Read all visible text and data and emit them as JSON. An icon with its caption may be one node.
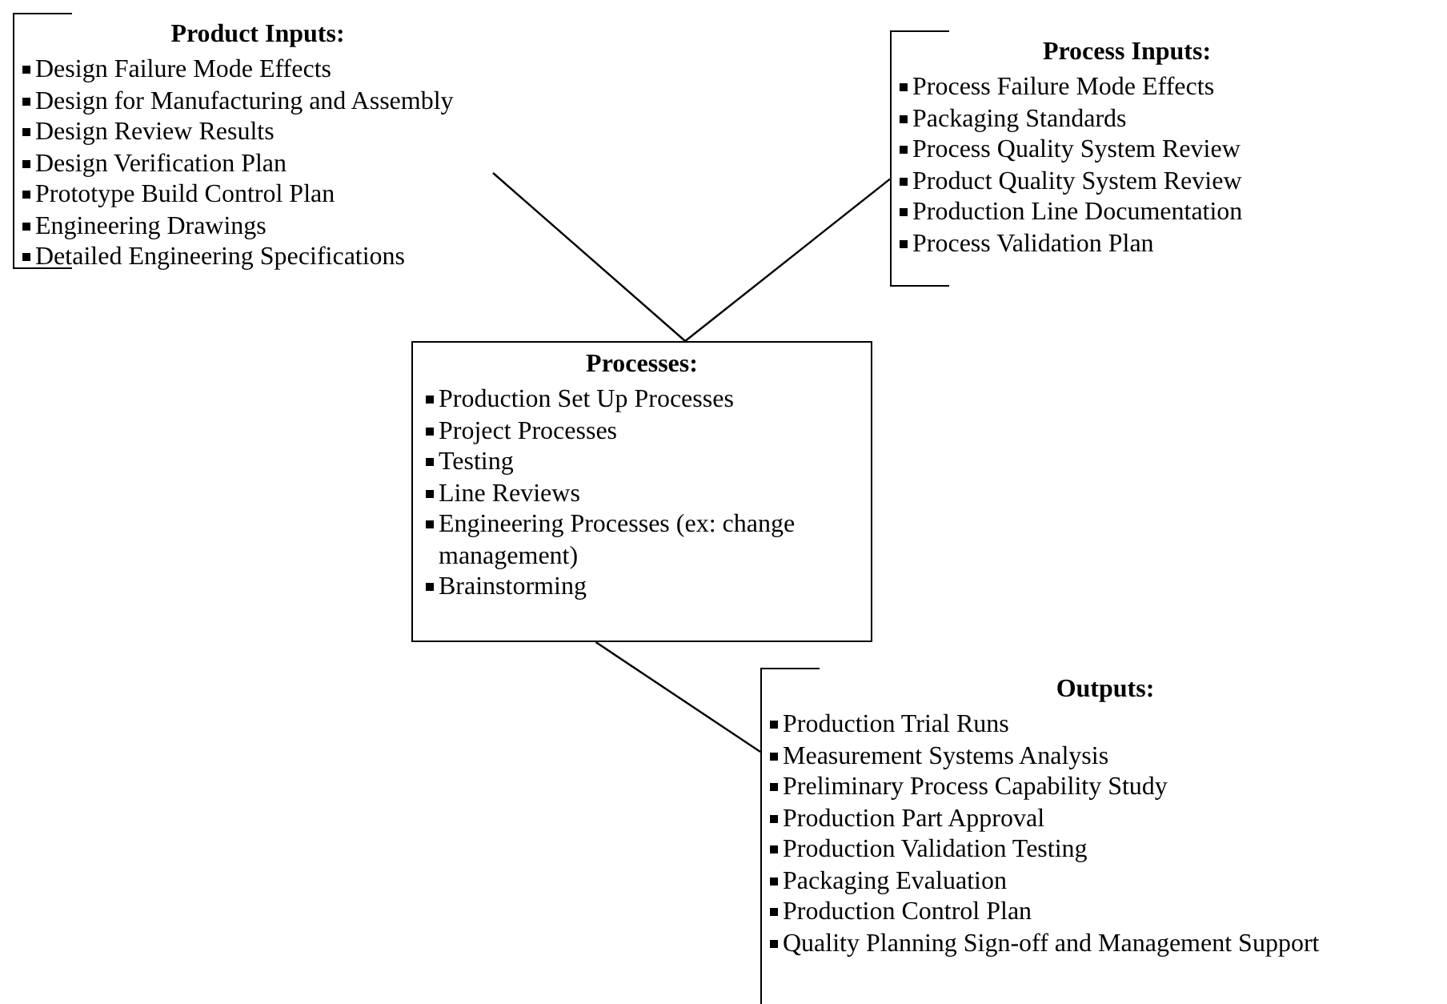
{
  "diagram": {
    "nodes": [
      {
        "text": [
          "Product Inputs:",
          "Design Failure Mode Effects",
          "Design for Manufacturing and Assembly",
          "Design Review Results",
          "Design Verification Plan",
          "Prototype Build Control Plan",
          "Engineering Drawings",
          "Detailed Engineering Specifications"
        ]
      },
      {
        "text": [
          "Process Inputs:",
          "Process Failure Mode Effects",
          "Packaging Standards",
          "Process Quality System Review",
          "Product Quality System Review",
          "Production Line Documentation",
          "Process Validation Plan"
        ]
      },
      {
        "text": [
          "Processes:",
          "Production Set Up Processes",
          "Project Processes",
          "Testing",
          "Line Reviews",
          "Engineering Processes (ex: change management)",
          "Brainstorming"
        ]
      },
      {
        "text": [
          "Outputs:",
          "Production Trial Runs",
          "Measurement Systems Analysis",
          "Preliminary Process Capability Study",
          "Production Part Approval",
          "Production Validation Testing",
          "Packaging Evaluation",
          "Production Control Plan",
          "Quality Planning Sign-off and Management Support"
        ]
      }
    ],
    "edges": [
      {
        "from": 0,
        "to": 2,
        "arrow": "none"
      },
      {
        "from": 1,
        "to": 2,
        "arrow": "none"
      },
      {
        "from": 2,
        "to": 3,
        "arrow": "none"
      }
    ]
  }
}
